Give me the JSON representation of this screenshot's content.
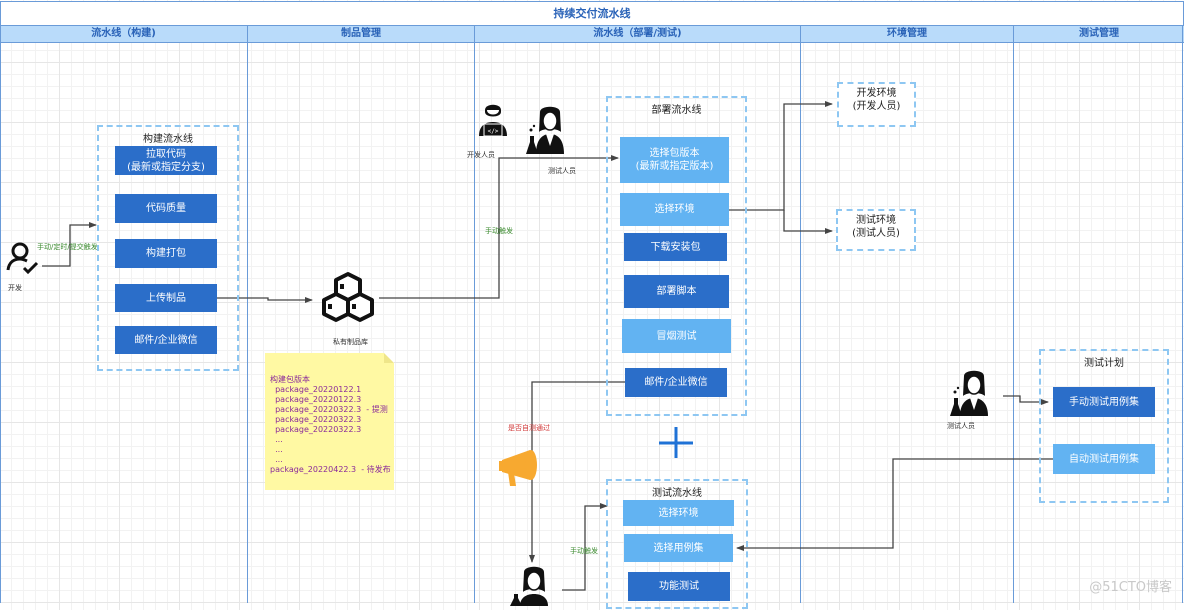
{
  "title": "持续交付流水线",
  "lanes": [
    {
      "label": "流水线（构建)"
    },
    {
      "label": "制品管理"
    },
    {
      "label": "流水线（部署/测试)"
    },
    {
      "label": "环境管理"
    },
    {
      "label": "测试管理"
    }
  ],
  "build_pipeline": {
    "title": "构建流水线",
    "steps": [
      {
        "label": "拉取代码\n(最新或指定分支)",
        "style": "dark"
      },
      {
        "label": "代码质量",
        "style": "dark"
      },
      {
        "label": "构建打包",
        "style": "dark"
      },
      {
        "label": "上传制品",
        "style": "dark"
      },
      {
        "label": "邮件/企业微信",
        "style": "dark"
      }
    ]
  },
  "developer": {
    "label": "开发",
    "icon": "user-check-icon"
  },
  "trigger_build_label": "手动/定时/提交触发",
  "repository": {
    "label": "私有制品库",
    "icon": "cubes-icon"
  },
  "note": {
    "lines": [
      "构建包版本",
      "  package_20220122.1",
      "  package_20220122.3",
      "  package_20220322.3  - 提测",
      "  package_20220322.3",
      "  package_20220322.3",
      "  ...",
      "  ...",
      "  ...",
      "package_20220422.3  - 待发布"
    ]
  },
  "people_top": {
    "developer_label": "开发人员",
    "tester_label": "测试人员"
  },
  "trigger_deploy_label": "手动触发",
  "deploy_pipeline": {
    "title": "部署流水线",
    "steps": [
      {
        "label": "选择包版本\n(最新或指定版本)",
        "style": "light"
      },
      {
        "label": "选择环境",
        "style": "light"
      },
      {
        "label": "下载安装包",
        "style": "dark"
      },
      {
        "label": "部署脚本",
        "style": "dark"
      },
      {
        "label": "冒烟测试",
        "style": "light"
      },
      {
        "label": "邮件/企业微信",
        "style": "dark"
      }
    ]
  },
  "self_test_label": "是否自测通过",
  "plus_symbol": "+",
  "test_pipeline": {
    "title": "测试流水线",
    "steps": [
      {
        "label": "选择环境",
        "style": "light"
      },
      {
        "label": "选择用例集",
        "style": "light"
      },
      {
        "label": "功能测试",
        "style": "dark"
      }
    ]
  },
  "trigger_test_label": "手动触发",
  "environments": [
    {
      "label": "开发环境\n(开发人员)"
    },
    {
      "label": "测试环境\n(测试人员)"
    }
  ],
  "test_plan": {
    "title": "测试计划",
    "steps": [
      {
        "label": "手动测试用例集",
        "style": "dark"
      },
      {
        "label": "自动测试用例集",
        "style": "light"
      }
    ]
  },
  "tester_right": {
    "label": "测试人员"
  },
  "watermark": "@51CTO博客",
  "colors": {
    "dark_step": "#2b6ec9",
    "light_step": "#62b3f2",
    "lane_header": "#b9dbfa",
    "lane_line": "#6a9bd8",
    "note_bg": "#fff9a3",
    "megaphone": "#f7a930"
  }
}
